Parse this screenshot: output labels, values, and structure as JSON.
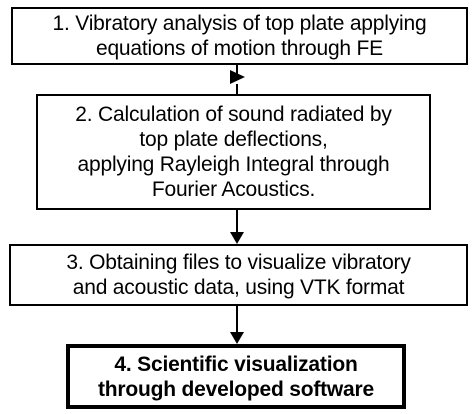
{
  "steps": [
    {
      "text": "1. Vibratory analysis of top plate applying\nequations of motion through FE"
    },
    {
      "text": "2. Calculation of sound radiated by\ntop plate deflections,\napplying Rayleigh Integral through\nFourier Acoustics."
    },
    {
      "text": "3. Obtaining files to visualize vibratory\nand acoustic data, using VTK format"
    },
    {
      "text": "4. Scientific visualization\nthrough developed software"
    }
  ],
  "colors": {
    "stroke": "#000000",
    "background": "#ffffff"
  }
}
